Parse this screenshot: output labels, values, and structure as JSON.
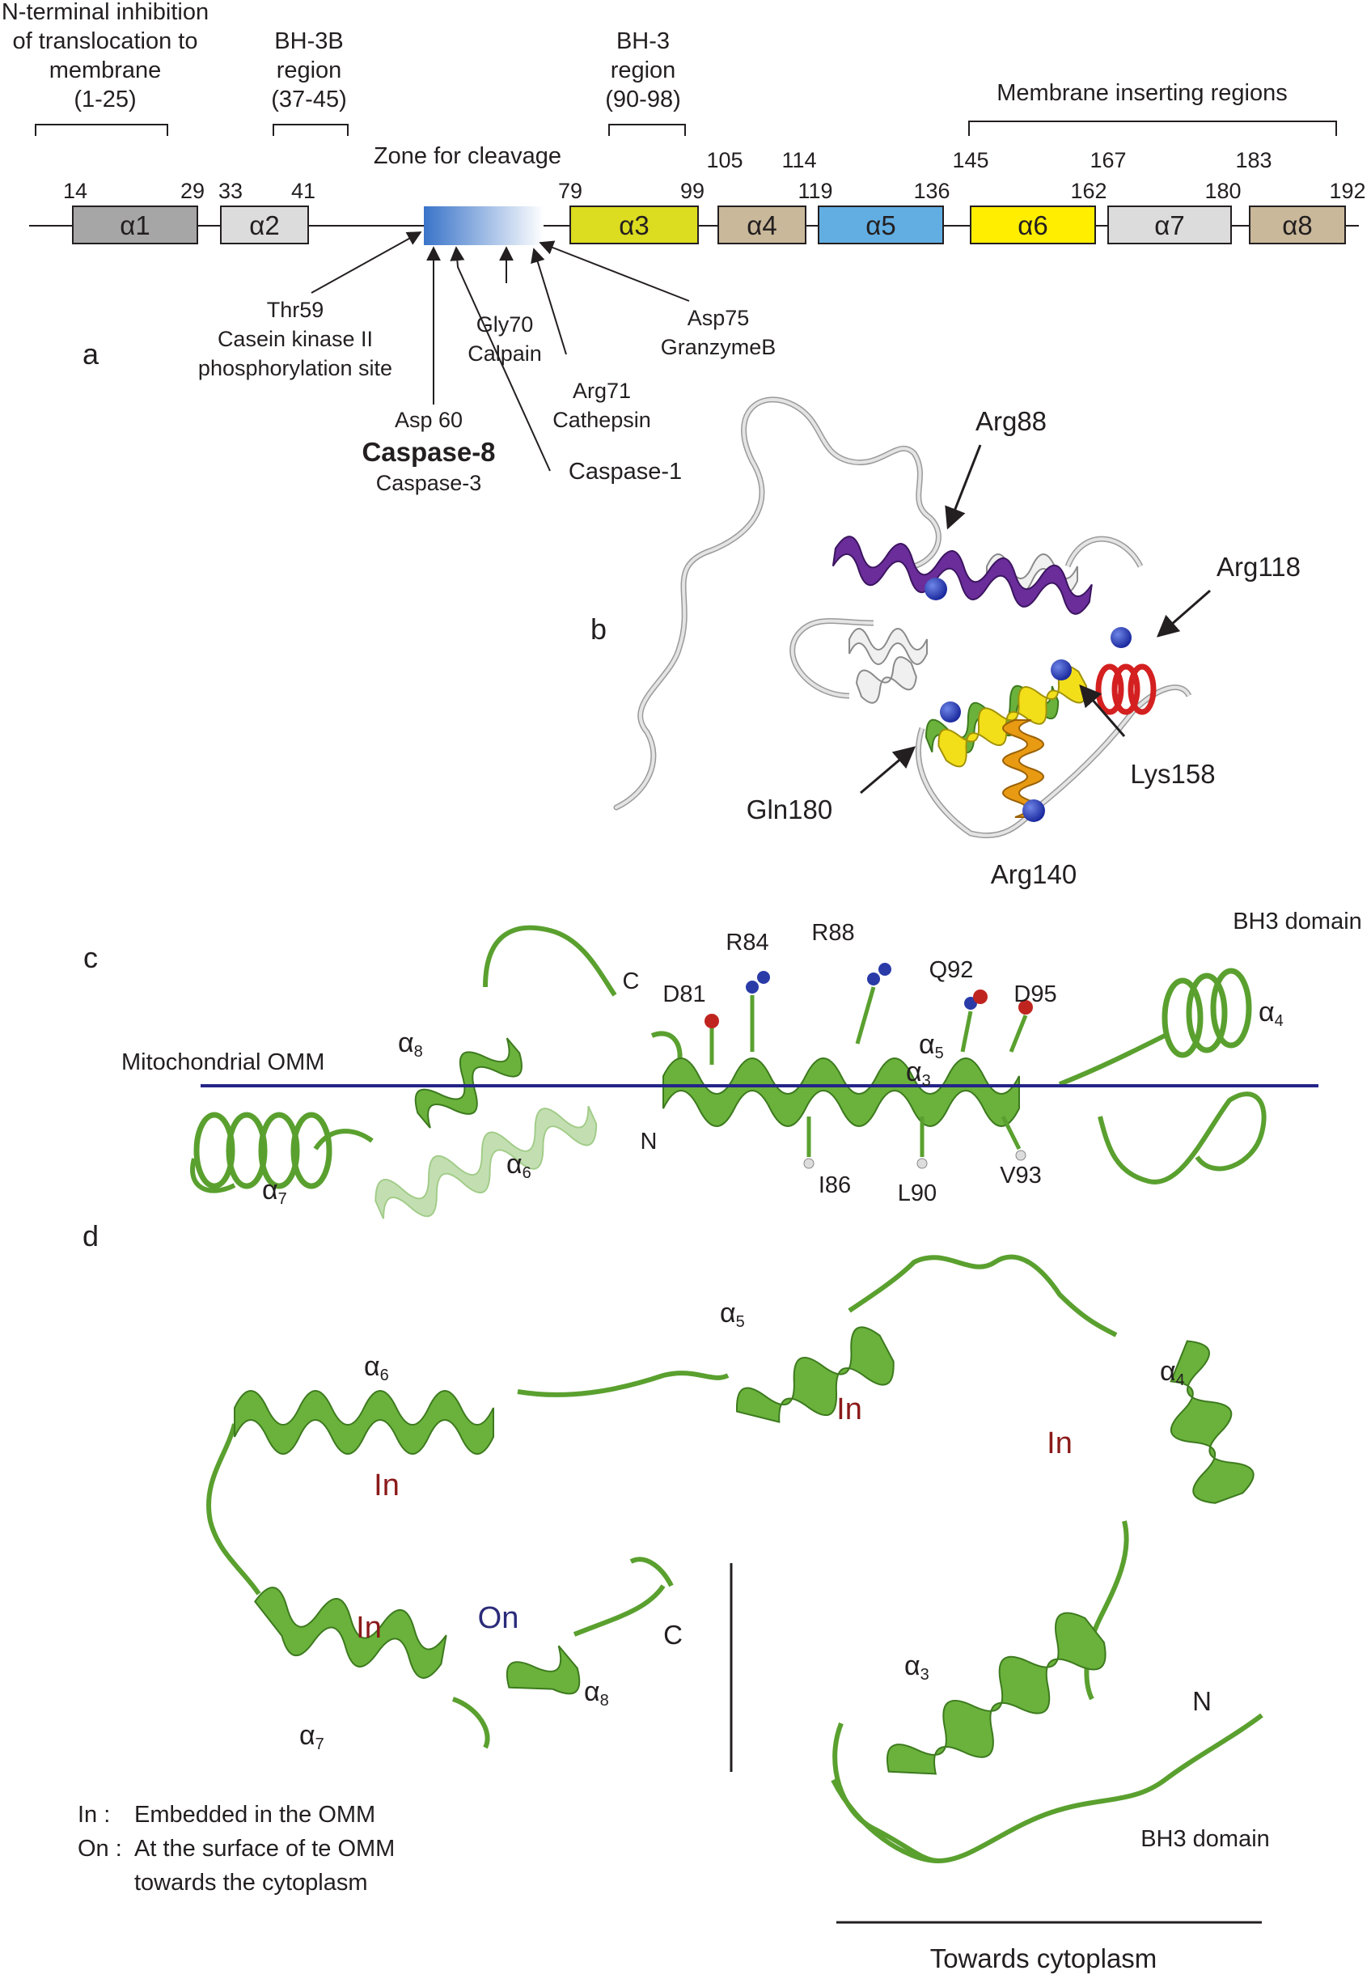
{
  "panel_a": {
    "label": "a",
    "annotations": {
      "nterm": [
        "N-terminal inhibition",
        "of translocation to",
        "membrane",
        "(1-25)"
      ],
      "bh3b": [
        "BH-3B",
        "region",
        "(37-45)"
      ],
      "bh3": [
        "BH-3",
        "region",
        "(90-98)"
      ],
      "membrane_inserting": "Membrane inserting regions",
      "zone": "Zone for cleavage"
    },
    "helices": [
      {
        "name": "α1",
        "start": "14",
        "end": "29",
        "color": "#a6a6a6"
      },
      {
        "name": "α2",
        "start": "33",
        "end": "41",
        "color": "#dcdcdc"
      },
      {
        "name": "α3",
        "start": "79",
        "end": "99",
        "color": "#dcdc20"
      },
      {
        "name": "α4",
        "start": "105",
        "end": "119",
        "color": "#c9b89a"
      },
      {
        "name": "α5",
        "start": "114",
        "end": "136",
        "color": "#62aee3"
      },
      {
        "name": "α6",
        "start": "145",
        "end": "162",
        "color": "#ffee00"
      },
      {
        "name": "α7",
        "start": "167",
        "end": "180",
        "color": "#dcdcdc"
      },
      {
        "name": "α8",
        "start": "183",
        "end": "192",
        "color": "#c9b89a"
      }
    ],
    "sites": {
      "thr59": [
        "Thr59",
        "Casein kinase II",
        "phosphorylation site"
      ],
      "asp60": [
        "Asp 60"
      ],
      "caspase8": "Caspase-8",
      "caspase3": "Caspase-3",
      "caspase1": "Caspase-1",
      "gly70": [
        "Gly70",
        "Calpain"
      ],
      "arg71": [
        "Arg71",
        "Cathepsin"
      ],
      "asp75": [
        "Asp75",
        "GranzymeB"
      ]
    }
  },
  "panel_b": {
    "label": "b",
    "residues": [
      "Arg88",
      "Arg118",
      "Lys158",
      "Gln180",
      "Arg140"
    ]
  },
  "panel_c": {
    "label": "c",
    "omm": "Mitochondrial OMM",
    "termini": {
      "c": "C",
      "n": "N"
    },
    "bh3": "BH3 domain",
    "helix_names": {
      "a8": "α",
      "a8_sub": "8",
      "a7": "α",
      "a7_sub": "7",
      "a6": "α",
      "a6_sub": "6",
      "a5": "α",
      "a5_sub": "5",
      "a3": "α",
      "a3_sub": "3",
      "a4": "α",
      "a4_sub": "4"
    },
    "residues_top": [
      "D81",
      "R84",
      "R88",
      "Q92",
      "D95"
    ],
    "residues_bottom": [
      "I86",
      "L90",
      "V93"
    ]
  },
  "panel_d": {
    "label": "d",
    "helix_names": {
      "a6": "α",
      "a6_sub": "6",
      "a5": "α",
      "a5_sub": "5",
      "a4": "α",
      "a4_sub": "4",
      "a7": "α",
      "a7_sub": "7",
      "a8": "α",
      "a8_sub": "8",
      "a3": "α",
      "a3_sub": "3"
    },
    "in": "In",
    "on": "On",
    "c": "C",
    "n": "N",
    "bh3": "BH3 domain",
    "towards": "Towards cytoplasm",
    "legend": [
      {
        "key": "In :",
        "text": "Embedded in the OMM"
      },
      {
        "key": "On :",
        "text": "At the surface  of te OMM"
      },
      {
        "key": "",
        "text": "towards the cytoplasm"
      }
    ]
  },
  "colors": {
    "green_helix": "#6ab23c",
    "dark_green": "#3d7a1e",
    "purple": "#6a2d9a",
    "orange": "#e89a12",
    "red": "#d42020",
    "yellow": "#f2df1a",
    "omm_line": "#242488",
    "zone_blue": "#3a74c9"
  }
}
